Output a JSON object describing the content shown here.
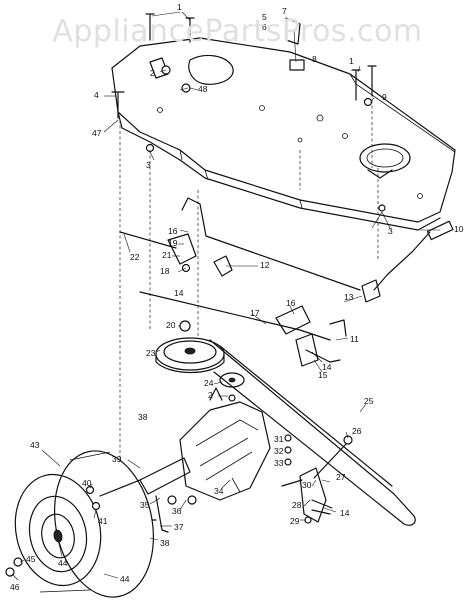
{
  "watermark": "AppliancePartsPros.com",
  "callouts": [
    "1",
    "1",
    "2",
    "3",
    "3",
    "4",
    "5",
    "6",
    "7",
    "8",
    "9",
    "10",
    "11",
    "12",
    "13",
    "14",
    "14",
    "14",
    "15",
    "16",
    "16",
    "17",
    "18",
    "19",
    "20",
    "21",
    "22",
    "2",
    "23",
    "24",
    "25",
    "26",
    "27",
    "28",
    "29",
    "30",
    "31",
    "32",
    "33",
    "34",
    "35",
    "36",
    "37",
    "38",
    "38",
    "39",
    "40",
    "41",
    "43",
    "44",
    "44",
    "45",
    "46",
    "47",
    "48"
  ]
}
